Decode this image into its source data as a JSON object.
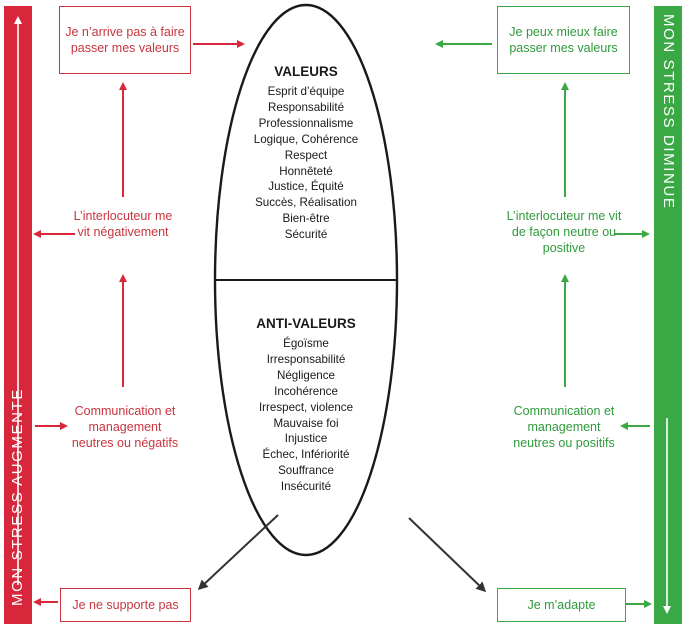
{
  "left_bar": {
    "text": "MON STRESS AUGMENTE",
    "color": "#d8263b"
  },
  "right_bar": {
    "text": "MON STRESS DIMINUE",
    "color": "#3aa845"
  },
  "left_column": {
    "top_box": "Je n’arrive pas à faire passer mes valeurs",
    "middle_label": "L’interlocuteur me vit négativement",
    "lower_label": "Communication et management neutres ou négatifs",
    "bottom_box": "Je ne supporte pas"
  },
  "right_column": {
    "top_box": "Je peux mieux faire passer mes valeurs",
    "middle_label": "L’interlocuteur me vit de façon neutre ou positive",
    "lower_label": "Communication et management neutres ou positifs",
    "bottom_box": "Je m’adapte"
  },
  "valeurs": {
    "title": "VALEURS",
    "items": [
      "Esprit d’équipe",
      "Responsabilité",
      "Professionnalisme",
      "Logique, Cohérence",
      "Respect",
      "Honnêteté",
      "Justice, Équité",
      "Succès, Réalisation",
      "Bien-être",
      "Sécurité"
    ]
  },
  "anti_valeurs": {
    "title": "ANTI-VALEURS",
    "items": [
      "Égoïsme",
      "Irresponsabilité",
      "Négligence",
      "Incohérence",
      "Irrespect, violence",
      "Mauvaise foi",
      "Injustice",
      "Échec, Infériorité",
      "Souffrance",
      "Insécurité"
    ]
  }
}
